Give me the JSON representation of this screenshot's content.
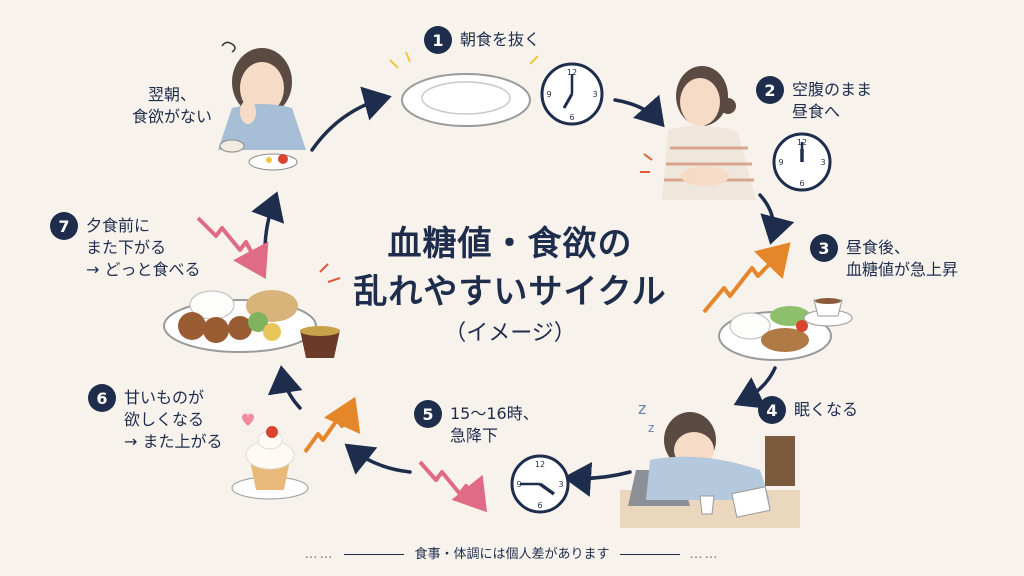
{
  "title": {
    "line1": "血糖値・食欲の",
    "line2": "乱れやすいサイクル",
    "line3": "（イメージ）"
  },
  "steps": [
    {
      "num": "1",
      "text": "朝食を抜く"
    },
    {
      "num": "2",
      "text": "空腹のまま\n昼食へ"
    },
    {
      "num": "3",
      "text": "昼食後、\n血糖値が急上昇"
    },
    {
      "num": "4",
      "text": "眠くなる"
    },
    {
      "num": "5",
      "text": "15〜16時、\n急降下"
    },
    {
      "num": "6",
      "text": "甘いものが\n欲しくなる\n→ また上がる"
    },
    {
      "num": "7",
      "text": "夕食前に\nまた下がる\n→ どっと食べる"
    }
  ],
  "morning_label": "翌朝、\n食欲がない",
  "footer": {
    "text": "食事・体調には個人差があります",
    "dots": "……"
  },
  "colors": {
    "navy": "#1f2d4d",
    "rise": "#e6862b",
    "fall": "#e06b86",
    "background": "#f7f3ec"
  }
}
